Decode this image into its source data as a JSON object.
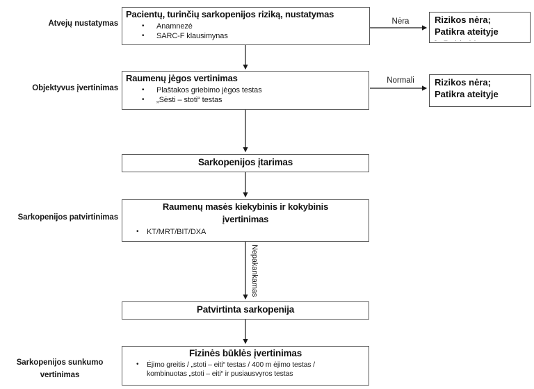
{
  "colors": {
    "box_border": "#595959",
    "outcome_border": "#4d4d4d",
    "arrow": "#1a1a1a",
    "text": "#000000",
    "background": "#ffffff"
  },
  "bullet_glyph": "•",
  "stages": [
    {
      "label": "Atvejų nustatymas"
    },
    {
      "label": "Objektyvus įvertinimas"
    },
    {
      "label": "Sarkopenijos patvirtinimas"
    },
    {
      "label": "Sarkopenijos sunkumo vertinimas"
    }
  ],
  "flow": {
    "risk_identification": {
      "title": "Pacientų, turinčių sarkopenijos riziką, nustatymas",
      "bullets": [
        "Anamnezė",
        "SARC-F klausimynas"
      ]
    },
    "muscle_strength": {
      "title": "Raumenų jėgos vertinimas",
      "bullets": [
        "Plaštakos griebimo jėgos testas",
        "„Sėsti – stoti“ testas"
      ]
    },
    "sarcopenia_suspicion": {
      "title": "Sarkopenijos įtarimas"
    },
    "muscle_mass": {
      "title_line1": "Raumenų masės kiekybinis ir kokybinis",
      "title_line2": "įvertinimas",
      "bullets": [
        "KT/MRT/BIT/DXA"
      ]
    },
    "confirmed_sarcopenia": {
      "title": "Patvirtinta sarkopenija"
    },
    "physical_performance": {
      "title": "Fizinės būklės įvertinimas",
      "bullet_line1": "Ėjimo greitis / „stoti – eiti“ testas / 400 m ėjimo testas /",
      "bullet_line2": "kombinuotas „stoti – eiti“ ir pusiausvyros testas"
    }
  },
  "outcomes": [
    {
      "line1": "Rizikos nėra;",
      "line2": "Patikra ateityje",
      "clipped_text": "-  –  ··  ··"
    },
    {
      "line1": "Rizikos nėra;",
      "line2": "Patikra ateityje"
    }
  ],
  "edge_labels": {
    "none": "Nėra",
    "normal": "Normali",
    "insufficient": "Nepakankamas"
  }
}
